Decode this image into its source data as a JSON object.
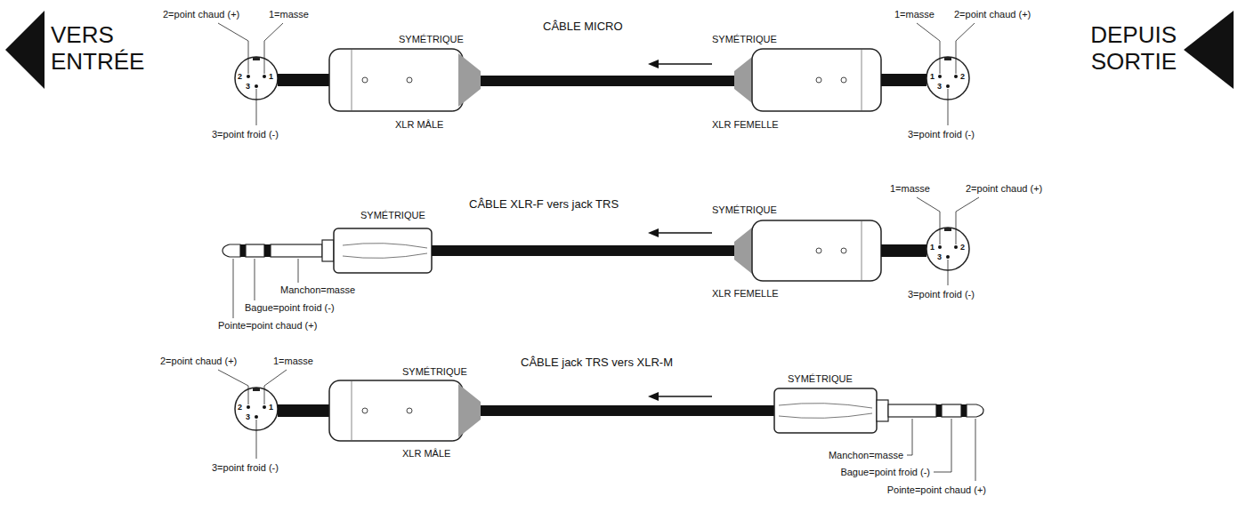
{
  "diagram": {
    "labels": [
      "VERS ENTRÉE",
      "2=point chaud (+)",
      "1=masse",
      "SYMÉTRIQUE",
      "CÂBLE MICRO",
      "SYMÉTRIQUE",
      "1=masse",
      "2=point chaud (+)",
      "DEPUIS SORTIE",
      "2",
      "1",
      "3",
      "1",
      "2",
      "3",
      "3=point froid (-)",
      "XLR MÂLE",
      "XLR FEMELLE",
      "3=point froid (-)",
      "SYMÉTRIQUE",
      "CÂBLE XLR-F vers jack TRS",
      "SYMÉTRIQUE",
      "1=masse",
      "2=point chaud (+)",
      "1",
      "2",
      "3",
      "Manchon=masse",
      "XLR FEMELLE",
      "Bague=point froid (-)",
      "3=point froid (-)",
      "Pointe=point chaud (+)",
      "2=point chaud (+)",
      "1=masse",
      "SYMÉTRIQUE",
      "CÂBLE jack TRS vers XLR-M",
      "SYMÉTRIQUE",
      "2",
      "1",
      "3",
      "XLR MÂLE",
      "3=point froid (-)",
      "Manchon=masse",
      "Bague=point froid (-)",
      "Pointe=point chaud (+)"
    ]
  }
}
